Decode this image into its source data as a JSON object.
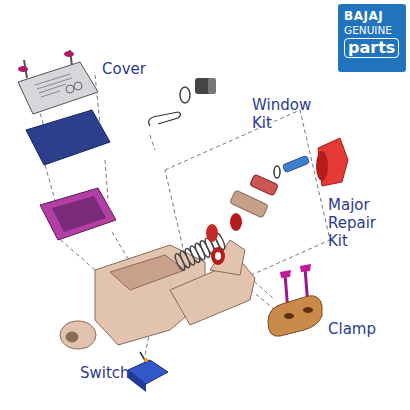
{
  "diagram": {
    "nodes": [
      {
        "text": [
          "BAJAJ",
          "GENUINE",
          "parts"
        ]
      }
    ],
    "labels": [
      "Cover",
      "Window Kit",
      "Major Repair Kit",
      "Clamp",
      "Switch"
    ]
  }
}
